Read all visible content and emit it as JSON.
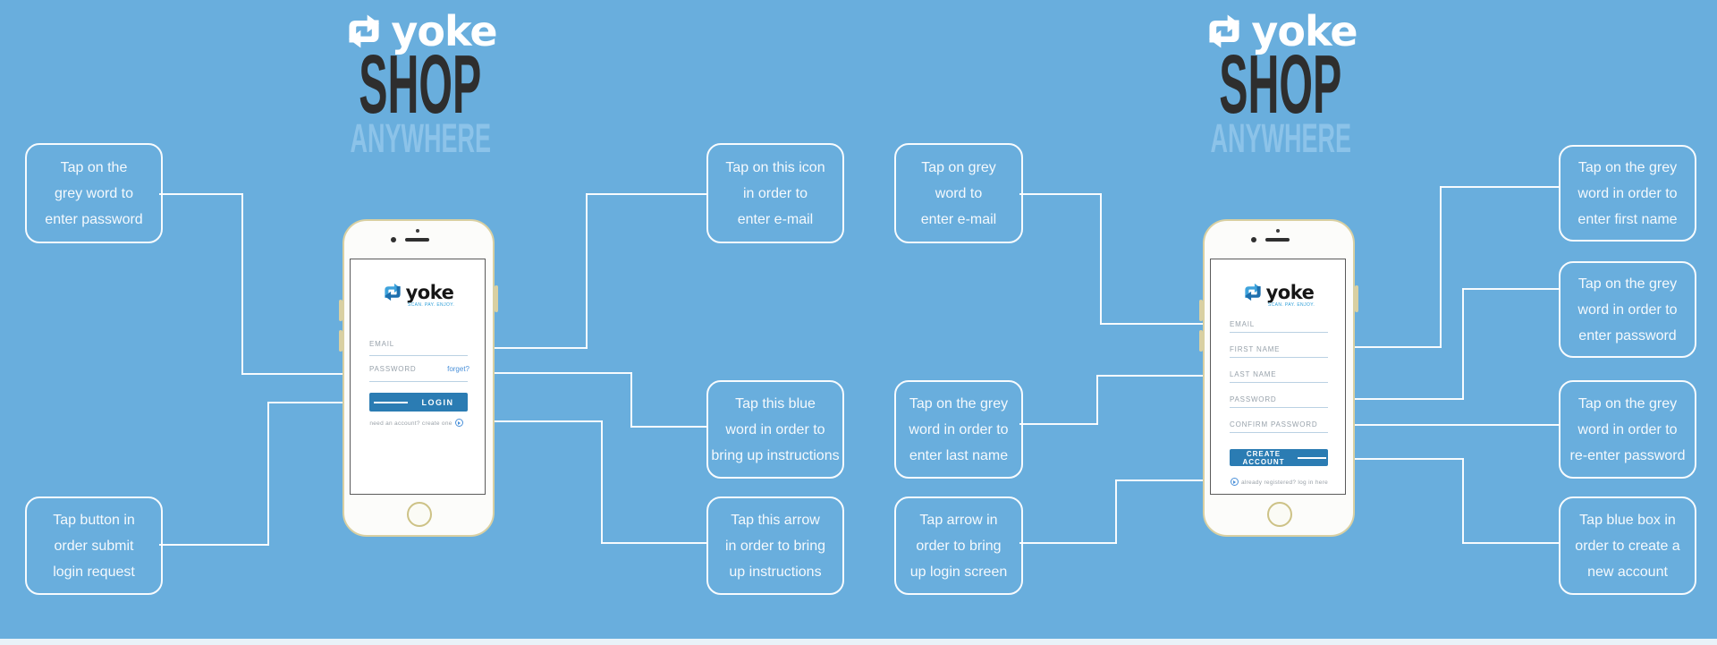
{
  "brand": {
    "name": "yoke",
    "tagline": "SCAN. PAY. ENJOY.",
    "shop": "SHOP",
    "anywhere": "ANYWHERE"
  },
  "colors": {
    "background": "#69aedd",
    "button_blue": "#2b7cb3",
    "link_blue": "#4a90d9",
    "shop_dark": "#2e2e2e",
    "anywhere_blue": "#8cc3e9",
    "callout_white": "#ffffff"
  },
  "phones": {
    "login": {
      "fields": [
        "EMAIL",
        "PASSWORD"
      ],
      "forgot_link": "forget?",
      "button": "LOGIN",
      "footer": "need an account? create one"
    },
    "signup": {
      "fields": [
        "EMAIL",
        "FIRST NAME",
        "LAST NAME",
        "PASSWORD",
        "CONFIRM PASSWORD"
      ],
      "button": "CREATE ACCOUNT",
      "footer": "already registered? log in here"
    }
  },
  "callouts": [
    [
      "Tap on the",
      "grey word to",
      "enter password"
    ],
    [
      "Tap button in",
      "order submit",
      "login request"
    ],
    [
      "Tap on this icon",
      "in order to",
      "enter e-mail"
    ],
    [
      "Tap this blue",
      "word in order to",
      "bring up instructions"
    ],
    [
      "Tap this arrow",
      "in order to bring",
      "up instructions"
    ],
    [
      "Tap on grey",
      "word to",
      "enter e-mail"
    ],
    [
      "Tap on the grey",
      "word in order to",
      "enter last name"
    ],
    [
      "Tap arrow in",
      "order to bring",
      "up login screen"
    ],
    [
      "Tap on the grey",
      "word in order to",
      "enter first name"
    ],
    [
      "Tap on the grey",
      "word in order to",
      "enter password"
    ],
    [
      "Tap on the grey",
      "word in order to",
      "re-enter password"
    ],
    [
      "Tap blue box in",
      "order to create a",
      "new account"
    ]
  ]
}
